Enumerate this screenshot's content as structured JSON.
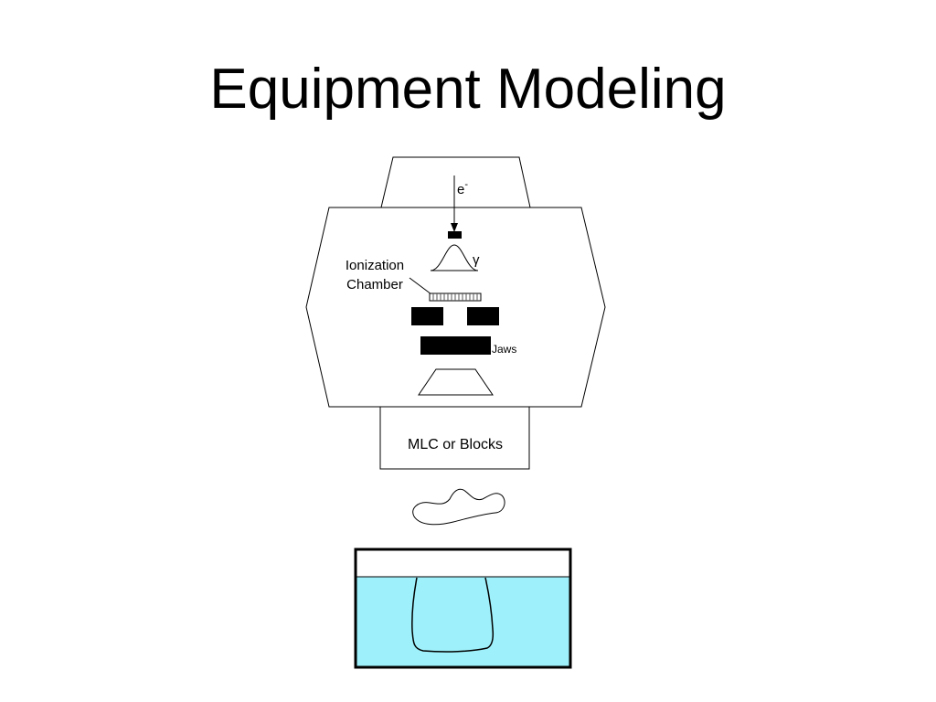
{
  "slide": {
    "title": "Equipment Modeling"
  },
  "diagram": {
    "electron_label": "e",
    "electron_superscript": "-",
    "gamma_label": "γ",
    "ion_chamber_label_line1": "Ionization",
    "ion_chamber_label_line2": "Chamber",
    "jaws_label": "Jaws",
    "mlc_label": "MLC or Blocks"
  },
  "colors": {
    "line": "#000000",
    "water": "#9ef0fa",
    "background": "#ffffff"
  }
}
